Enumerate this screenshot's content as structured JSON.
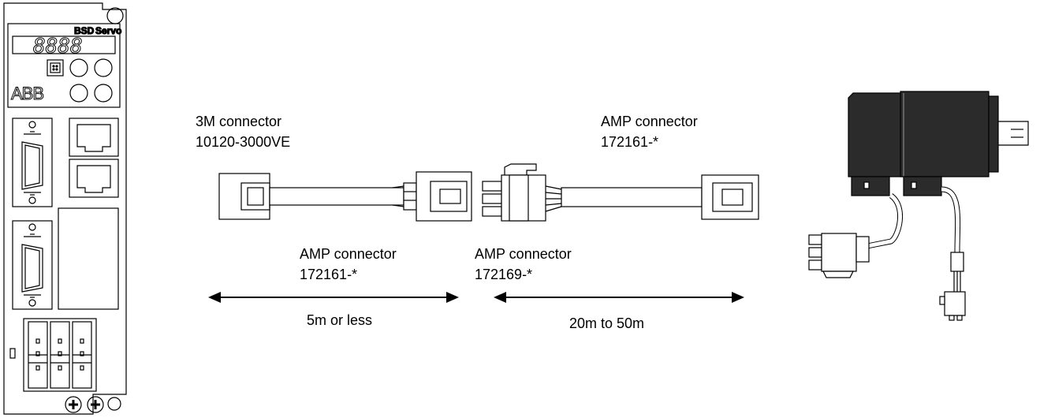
{
  "drive": {
    "brand_label": "BSD",
    "mode_label": "Servo",
    "display_digits": "8888",
    "logo_text": "ABB"
  },
  "labels": {
    "encoder_connector_title": "3M connector",
    "encoder_connector_part": "10120-3000VE",
    "motor_side_title": "AMP connector",
    "motor_side_part": "172161-*",
    "cable1_end_title": "AMP connector",
    "cable1_end_part": "172161-*",
    "cable2_start_title": "AMP connector",
    "cable2_start_part": "172169-*"
  },
  "lengths": {
    "short_cable": "5m or less",
    "long_cable": "20m to 50m"
  }
}
